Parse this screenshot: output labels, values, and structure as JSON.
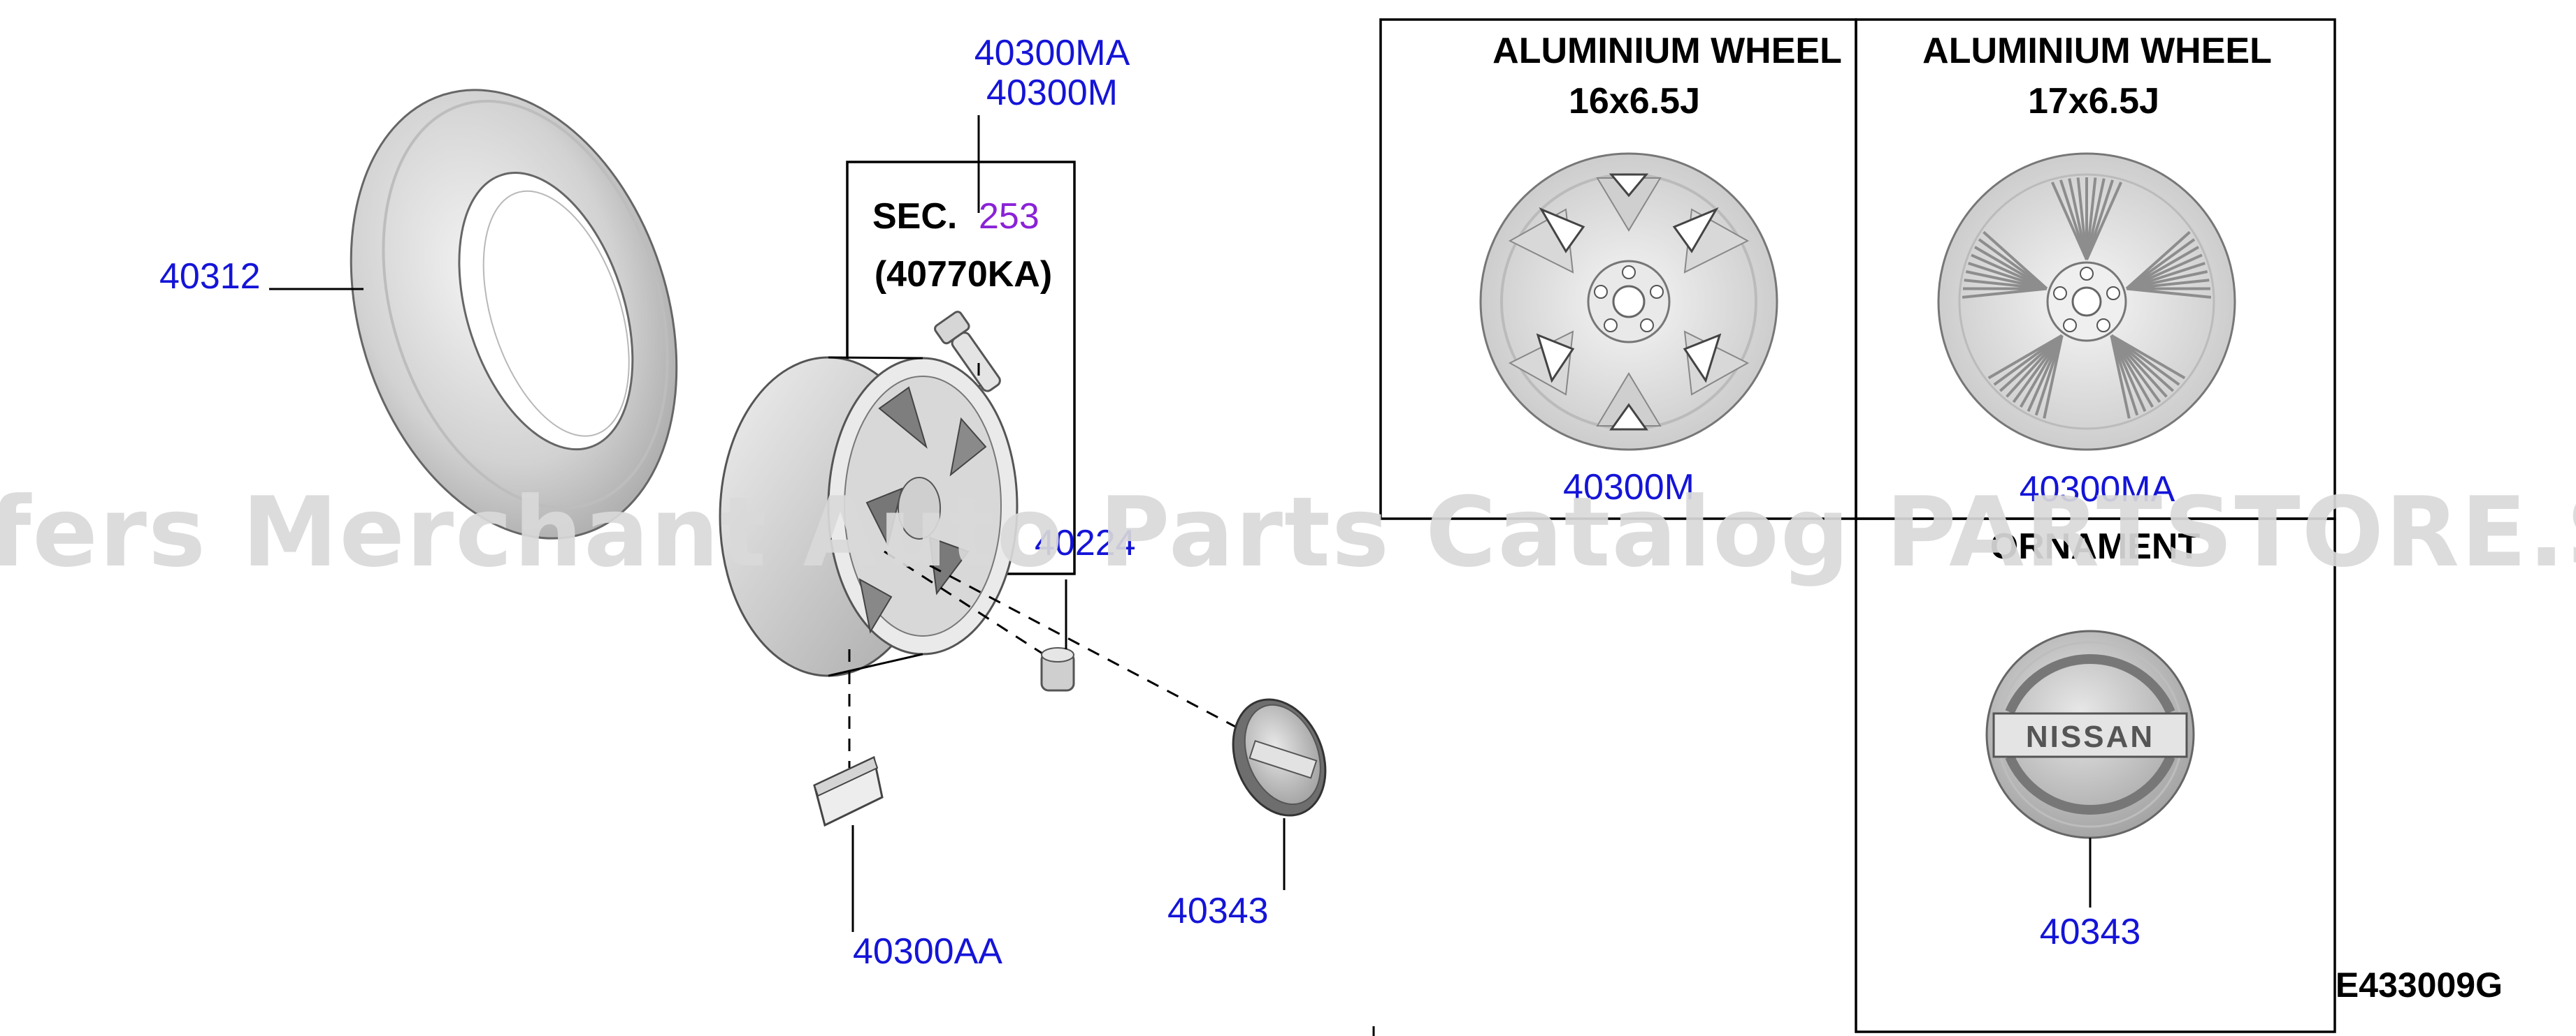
{
  "callouts": {
    "tire": "40312",
    "wheel_ma": "40300MA",
    "wheel_m": "40300M",
    "sec_prefix": "SEC.",
    "sec_number": "253",
    "sec_ref": "(40770KA)",
    "nut": "40224",
    "weight": "40300AA",
    "ornament": "40343"
  },
  "panels": {
    "wheel16": {
      "title_line1": "ALUMINIUM WHEEL",
      "title_line2": "16x6.5J",
      "part": "40300M"
    },
    "wheel17": {
      "title_line1": "ALUMINIUM WHEEL",
      "title_line2": "17x6.5J",
      "part": "40300MA"
    },
    "ornament": {
      "title": "ORNAMENT",
      "part": "40343",
      "logo_text": "NISSAN"
    }
  },
  "ornament_logo_text": "NISSAN",
  "diagram_code": "E433009G",
  "watermark": "Offers Merchant Auto Parts Catalog PARTSTORE.SA",
  "colors": {
    "part_number": "#1414d8",
    "section_number": "#8a22d6",
    "watermark": "#d9d9d9"
  }
}
